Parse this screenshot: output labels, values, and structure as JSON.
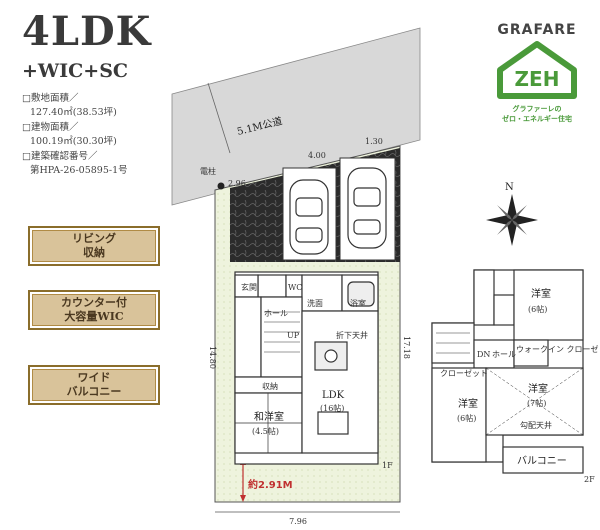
{
  "title": "4LDK",
  "subtitle": "+WIC+SC",
  "info": {
    "site_area_label": "□敷地面積／",
    "site_area_value": "127.40㎡(38.53坪)",
    "building_area_label": "□建物面積／",
    "building_area_value": "100.19㎡(30.30坪)",
    "permit_label": "□建築確認番号／",
    "permit_value": "第HPA-26-05895-1号"
  },
  "features": [
    {
      "line1": "リビング",
      "line2": "収納"
    },
    {
      "line1": "カウンター付",
      "line2": "大容量WIC"
    },
    {
      "line1": "ワイド",
      "line2": "バルコニー"
    }
  ],
  "zeh": {
    "brand": "GRAFARE",
    "mark": "ZEH",
    "caption1": "グラファーレの",
    "caption2": "ゼロ・エネルギー住宅",
    "green": "#4a9a3a"
  },
  "site": {
    "road": "5.1M公道",
    "pole": "電柱",
    "dim_pole": "2.96",
    "dim_parking": "4.00",
    "dim_side": "1.30",
    "dim_left": "14.80",
    "dim_right": "17.18",
    "dim_bottom": "7.96",
    "yard": "約2.91M"
  },
  "floor1": {
    "floor_label": "1F",
    "entrance": "玄関",
    "hall": "ホール",
    "up": "UP",
    "wash": "洗面",
    "bath": "浴室",
    "wc": "WC",
    "storage": "収納",
    "japanese_room_name": "和洋室",
    "japanese_room_size": "(4.5帖)",
    "ldk_name": "LDK",
    "ldk_size": "(16帖)",
    "ceiling": "折下天井"
  },
  "floor2": {
    "floor_label": "2F",
    "room_nw_name": "洋室",
    "room_nw_size": "(6帖)",
    "room_mid_name": "洋室",
    "room_mid_size": "(7帖)",
    "room_sw_name": "洋室",
    "room_sw_size": "(6帖)",
    "closet": "クローゼット",
    "wic": "ウォークイン\nクローゼット",
    "dn": "DN",
    "hall": "ホール",
    "slope": "勾配天井",
    "balcony": "バルコニー"
  },
  "compass": "N",
  "colors": {
    "road_gray": "#d8d8d8",
    "lawn": "#e9f0d6",
    "parking": "#2b2b2b",
    "feature_gold": "#d9c39a"
  }
}
